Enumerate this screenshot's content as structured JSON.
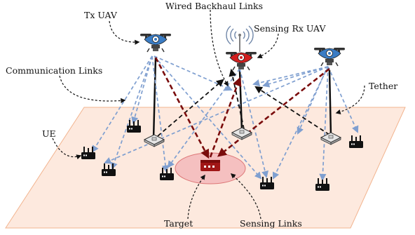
{
  "labels": {
    "tx_uav": "Tx UAV",
    "wired_backhaul": "Wired Backhaul Links",
    "sensing_rx_uav": "Sensing Rx UAV",
    "communication_links": "Communication Links",
    "tether": "Tether",
    "ue": "UE",
    "target": "Target",
    "sensing_links": "Sensing Links"
  },
  "colors": {
    "ground": "#fde9de",
    "ground_border": "#f2b48f",
    "comm_link": "#7f9fd0",
    "sensing_link": "#7a0c0c",
    "backhaul": "#111111",
    "tx_uav": "#3a7cc4",
    "rx_uav": "#d11f1f",
    "target_zone": "#f2b4b4"
  },
  "icons": [
    "drone-icon",
    "router-icon",
    "base-station-icon",
    "antenna-signal-icon",
    "target-vehicle-icon"
  ]
}
